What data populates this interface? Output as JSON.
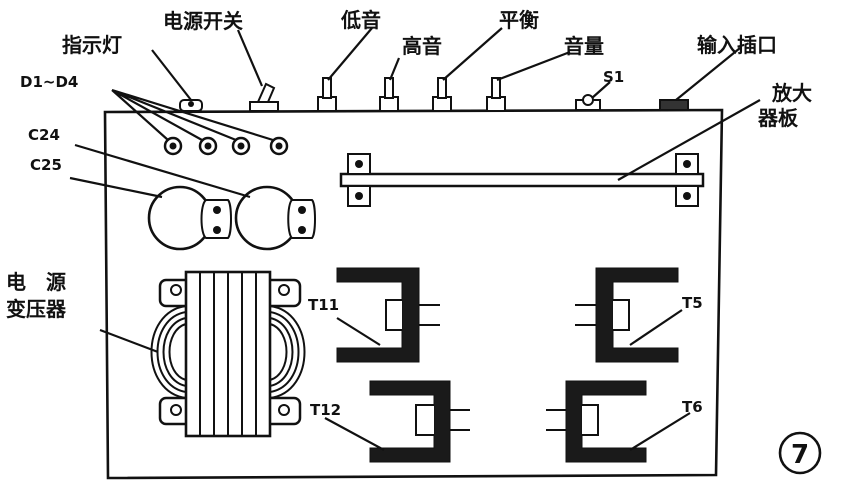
{
  "labels": {
    "indicator_lamp": "指示灯",
    "power_switch": "电源开关",
    "bass": "低音",
    "treble": "高音",
    "balance": "平衡",
    "volume": "音量",
    "input_jack": "输入插口",
    "diodes": "D1~D4",
    "s1": "S1",
    "amplifier_board_line1": "放大",
    "amplifier_board_line2": "器板",
    "c24": "C24",
    "c25": "C25",
    "power_line1": "电　源",
    "power_line2": "变压器",
    "t11": "T11",
    "t12": "T12",
    "t5": "T5",
    "t6": "T6",
    "figure_number": "7"
  }
}
